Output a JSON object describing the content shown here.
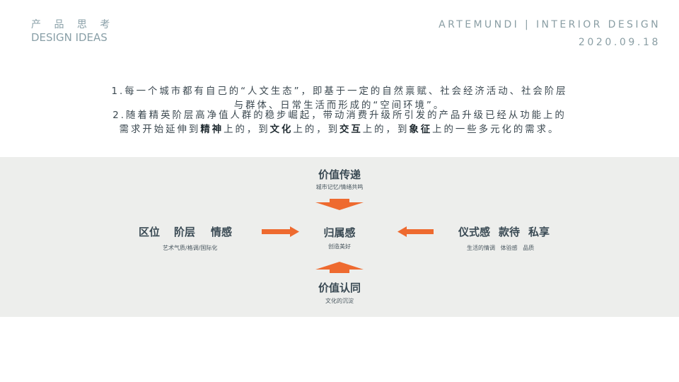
{
  "header": {
    "title_cn": "产 品 思 考",
    "title_en": "DESIGN IDEAS",
    "brand": "ARTEMUNDI | INTERIOR DESIGN",
    "date": "2020.09.18"
  },
  "body": {
    "p1_line1": "1.每一个城市都有自己的“人文生态”，即基于一定的自然禀赋、社会经济活动、社会阶层",
    "p1_line2": "与群体、日常生活而形成的“空间环境”。",
    "p2_line1": "2.随着精英阶层高净值人群的稳步崛起，带动消费升级所引发的产品升级已经从功能上的",
    "p2_seg1": "需求开始延伸到",
    "p2_bold1": "精神",
    "p2_seg2": "上的，到",
    "p2_bold2": "文化",
    "p2_seg3": "上的，到",
    "p2_bold3": "交互",
    "p2_seg4": "上的，到",
    "p2_bold4": "象征",
    "p2_seg5": "上的一些多元化的需求。"
  },
  "diagram": {
    "colors": {
      "band": "#edeeec",
      "arrow": "#ee6a2f"
    },
    "top": {
      "title": "价值传递",
      "sub": "城市记忆/情绪共鸣"
    },
    "center": {
      "title": "归属感",
      "sub": "创造美好"
    },
    "bottom": {
      "title": "价值认同",
      "sub": "文化的沉淀"
    },
    "left": {
      "items": [
        "区位",
        "阶层",
        "情感"
      ],
      "sub": "艺术气质/格调/国际化"
    },
    "right": {
      "items": [
        "仪式感",
        "款待",
        "私享"
      ],
      "sub": "生活的情调   体验感   品质"
    }
  }
}
